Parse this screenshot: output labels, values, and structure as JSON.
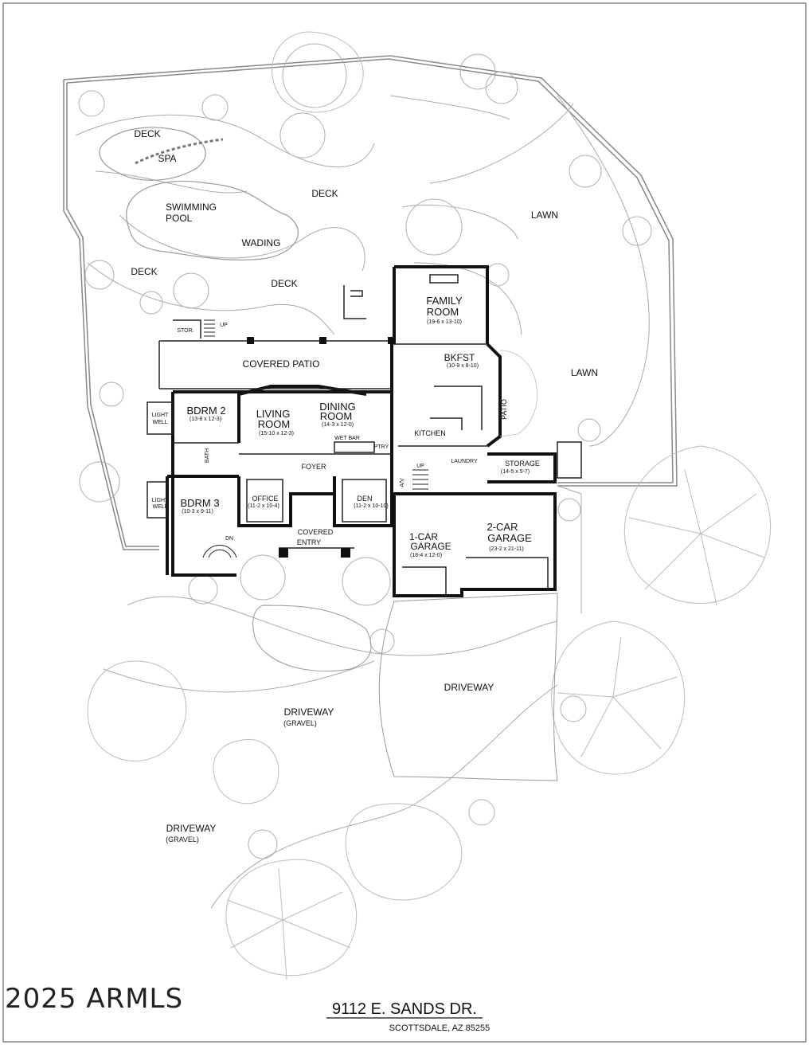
{
  "labels": {
    "deck1": "DECK",
    "spa": "SPA",
    "swimming_pool_1": "SWIMMING",
    "swimming_pool_2": "POOL",
    "wading": "WADING",
    "deck2": "DECK",
    "deck3": "DECK",
    "deck4": "DECK",
    "lawn1": "LAWN",
    "lawn2": "LAWN",
    "family_room_1": "FAMILY",
    "family_room_2": "ROOM",
    "family_room_dim": "(19-6 x 13-10)",
    "stor": "STOR.",
    "up1": "UP",
    "covered_patio": "COVERED PATIO",
    "bkfst": "BKFST",
    "bkfst_dim": "(10-9 x 8-10)",
    "patio": "PATIO",
    "light_well_1a": "LIGHT",
    "light_well_1b": "WELL",
    "bdrm2": "BDRM 2",
    "bdrm2_dim": "(13-8 x 12-3)",
    "living_1": "LIVING",
    "living_2": "ROOM",
    "living_dim": "(15-10 x 12-3)",
    "dining_1": "DINING",
    "dining_2": "ROOM",
    "dining_dim": "(14-3 x 12-0)",
    "wet_bar": "WET BAR",
    "ptry": "PTRY",
    "kitchen": "KITCHEN",
    "bath": "BATH",
    "foyer": "FOYER",
    "laundry": "LAUNDRY",
    "storage": "STORAGE",
    "storage_dim": "(14-5 x 5-7)",
    "up2": "UP",
    "av": "A/V",
    "light_well_2a": "LIGHT",
    "light_well_2b": "WELL",
    "bdrm3": "BDRM 3",
    "bdrm3_dim": "(10-3 x 9-11)",
    "office": "OFFICE",
    "office_dim": "(11-2 x 10-4)",
    "den": "DEN",
    "den_dim": "(11-2 x 10-10)",
    "garage1_1": "1-CAR",
    "garage1_2": "GARAGE",
    "garage1_dim": "(18-4 x 12-0)",
    "garage2_1": "2-CAR",
    "garage2_2": "GARAGE",
    "garage2_dim": "(23-2 x 21-11)",
    "covered_entry_1": "COVERED",
    "covered_entry_2": "ENTRY",
    "dn": "DN",
    "driveway_main": "DRIVEWAY",
    "driveway_gravel_1": "DRIVEWAY",
    "driveway_gravel_1_sub": "(GRAVEL)",
    "driveway_gravel_2": "DRIVEWAY",
    "driveway_gravel_2_sub": "(GRAVEL)"
  },
  "watermark": "2025 ARMLS",
  "address": {
    "street": "9112 E. SANDS DR.",
    "city": "SCOTTSDALE, AZ 85255"
  },
  "colors": {
    "wall": "#111111",
    "landscape": "#9a9a9a",
    "tree": "#b8b8b8"
  }
}
